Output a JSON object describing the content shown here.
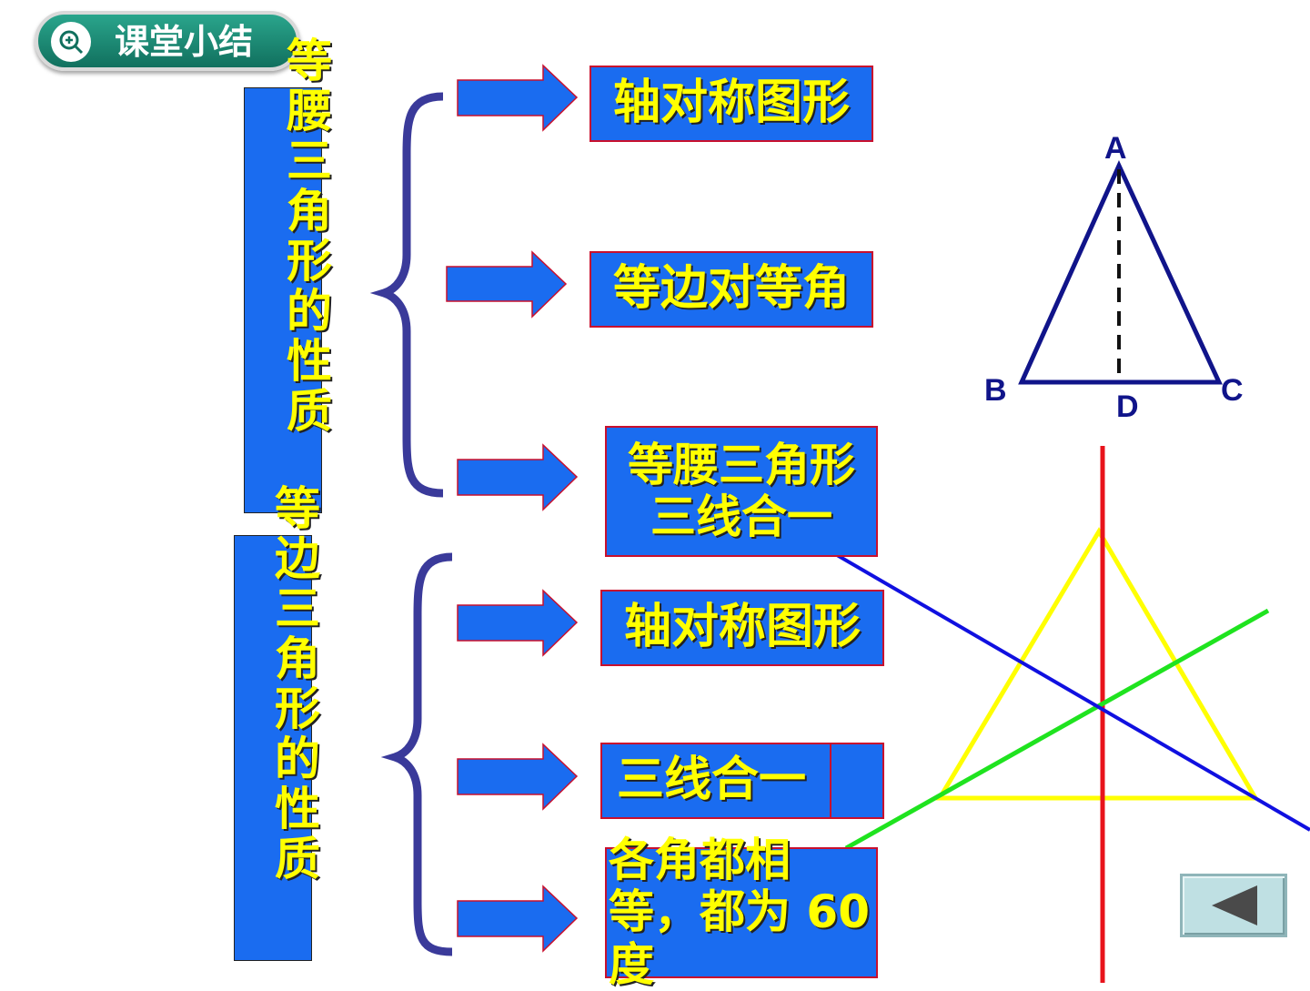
{
  "header": {
    "title": "课堂小结"
  },
  "left": {
    "isosceles_title": "等腰三角形的性质",
    "equilateral_title": "等边三角形的性质"
  },
  "isosceles_props": [
    "轴对称图形",
    "等边对等角",
    "等腰三角形三线合一"
  ],
  "equilateral_props": [
    "轴对称图形",
    "三线合一",
    "各角都相等，都为 60 度"
  ],
  "triangle_labels": {
    "a": "A",
    "b": "B",
    "c": "C",
    "d": "D"
  },
  "colors": {
    "box_fill": "#1a6cf0",
    "box_border": "#c8102e",
    "text": "#ffff00",
    "brace": "#3a3a9a",
    "triangle": "#10148a"
  },
  "icons": [
    "magnifier-icon",
    "back-arrow-icon"
  ]
}
